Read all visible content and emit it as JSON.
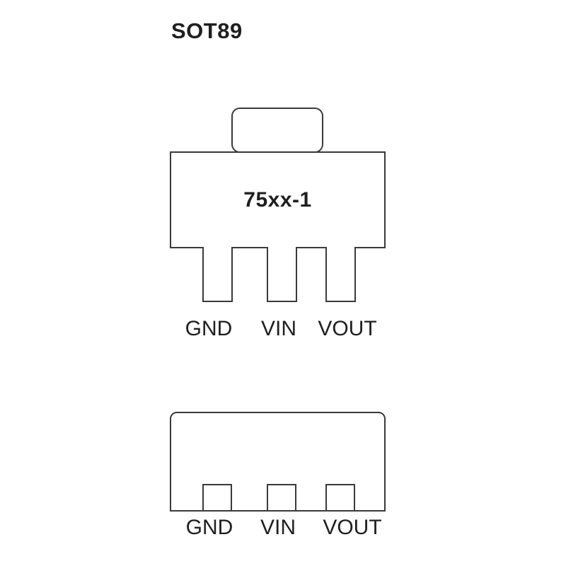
{
  "page": {
    "title": "SOT89"
  },
  "colors": {
    "bg": "#ffffff",
    "stroke": "#3a3a3a",
    "text": "#1f1f1f"
  },
  "views": {
    "front": {
      "marking": "75xx-1",
      "pins": [
        {
          "label": "GND"
        },
        {
          "label": "VIN"
        },
        {
          "label": "VOUT"
        }
      ]
    },
    "bottom": {
      "pins": [
        {
          "label": "GND"
        },
        {
          "label": "VIN"
        },
        {
          "label": "VOUT"
        }
      ]
    }
  }
}
